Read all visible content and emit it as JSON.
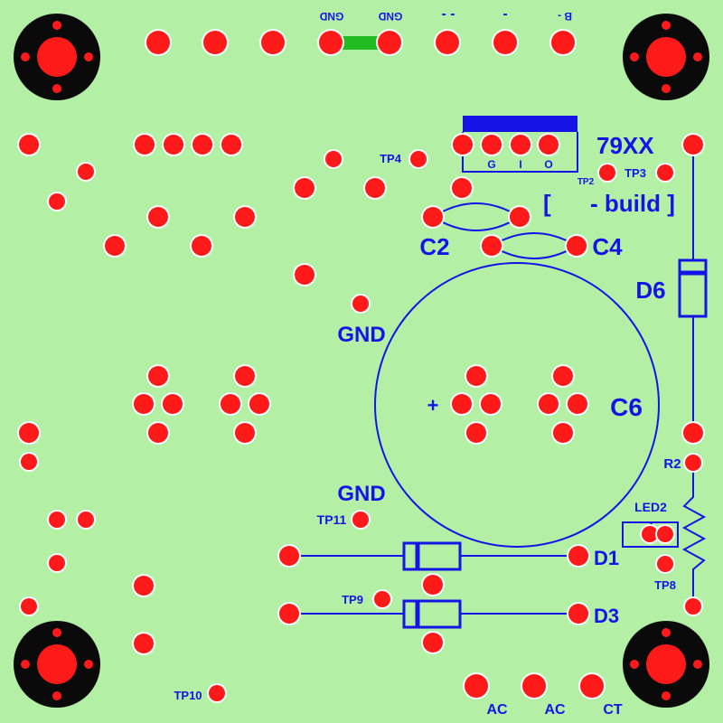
{
  "board": {
    "background": "#b3f0a6",
    "trace_color": "#1414e6",
    "pad_color": "#ff1a1a",
    "mount_color": "#0a0a0a",
    "jumper_color": "#22bb22"
  },
  "top_labels": {
    "gnd_1": "GND",
    "gnd_2": "GND",
    "minus_double": "- -",
    "minus_single": "-",
    "b_minus": "B -"
  },
  "regulator": {
    "part": "79XX",
    "pins": [
      "G",
      "I",
      "O"
    ]
  },
  "build_note": "[      - build ]",
  "test_points": {
    "tp2": "TP2",
    "tp3": "TP3",
    "tp4": "TP4",
    "tp8": "TP8",
    "tp9": "TP9",
    "tp10": "TP10",
    "tp11": "TP11"
  },
  "components": {
    "c2": "C2",
    "c4": "C4",
    "c6": "C6",
    "c6_polarity": "+",
    "d1": "D1",
    "d3": "D3",
    "d6": "D6",
    "r2": "R2",
    "led2": "LED2"
  },
  "net_labels": {
    "gnd_upper": "GND",
    "gnd_lower": "GND"
  },
  "bottom_labels": {
    "ac_1": "AC",
    "ac_2": "AC",
    "ct": "CT"
  }
}
